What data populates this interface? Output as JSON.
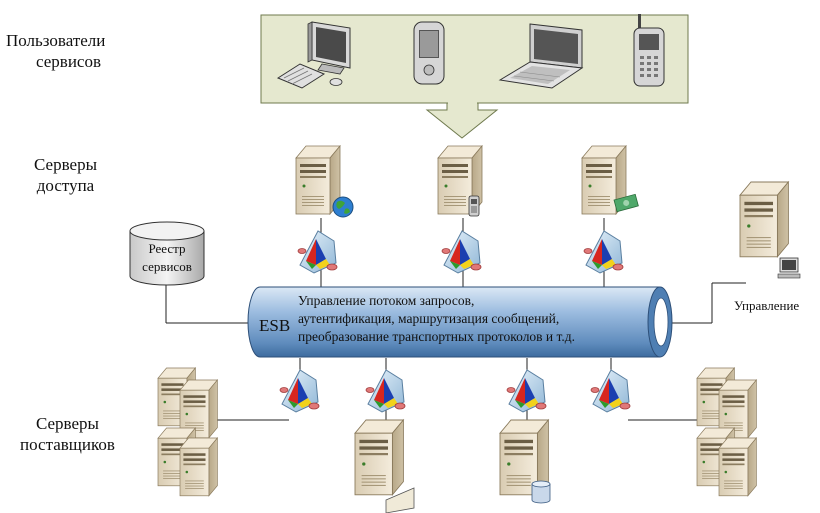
{
  "labels": {
    "users": [
      "Пользователи",
      "сервисов"
    ],
    "access": [
      "Серверы",
      "доступа"
    ],
    "suppliers": [
      "Серверы",
      "поставщиков"
    ]
  },
  "registry": {
    "lines": [
      "Реестр",
      "сервисов"
    ]
  },
  "esb": {
    "label": "ESB",
    "lines": [
      "Управление потоком запросов,",
      "аутентификация, маршрутизация сообщений,",
      "преобразование транспортных протоколов и т.д."
    ],
    "color": "#7fa6cf"
  },
  "management": {
    "label": "Управление"
  },
  "client_devices": [
    "desktop-icon",
    "pda-icon",
    "laptop-icon",
    "mobile-phone-icon"
  ],
  "access_servers": [
    "globe-icon",
    "phone-icon",
    "money-icon"
  ],
  "supplier_servers": [
    "server-cluster-icon",
    "server-document-icon",
    "server-database-icon",
    "server-cluster-icon"
  ],
  "colors": {
    "panel": "#e5e8cf",
    "panel_border": "#6f7a4e",
    "server_body": "#e8dcc4"
  }
}
